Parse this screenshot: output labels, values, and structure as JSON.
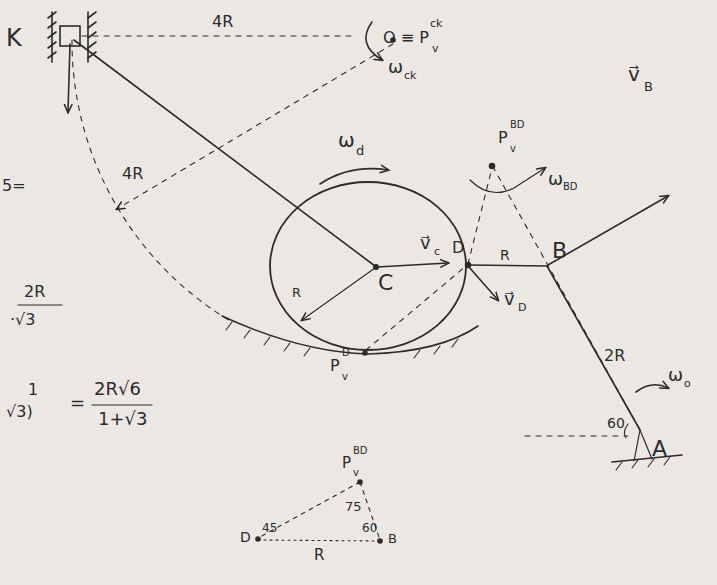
{
  "diagram": {
    "nodes": [
      {
        "text": [
          "C",
          "R"
        ]
      }
    ],
    "labels": [
      "K",
      "4R",
      "O ≡ P",
      "v",
      "ck",
      "ω",
      "ck",
      "4R",
      "ω",
      "d",
      "v⃗",
      "c",
      "D",
      "R",
      "B",
      "P",
      "v",
      "BD",
      "ω",
      "BD",
      "v⃗",
      "B",
      "v⃗",
      "D",
      "P",
      "v",
      "D",
      "2R",
      "ω",
      "o",
      "60",
      "A",
      "5=",
      "2R",
      "·√3",
      "1",
      "√3)",
      "=",
      "2R√6",
      "1+√3",
      "P",
      "v",
      "BD",
      "75",
      "D",
      "45",
      "60",
      "B",
      "R"
    ]
  }
}
